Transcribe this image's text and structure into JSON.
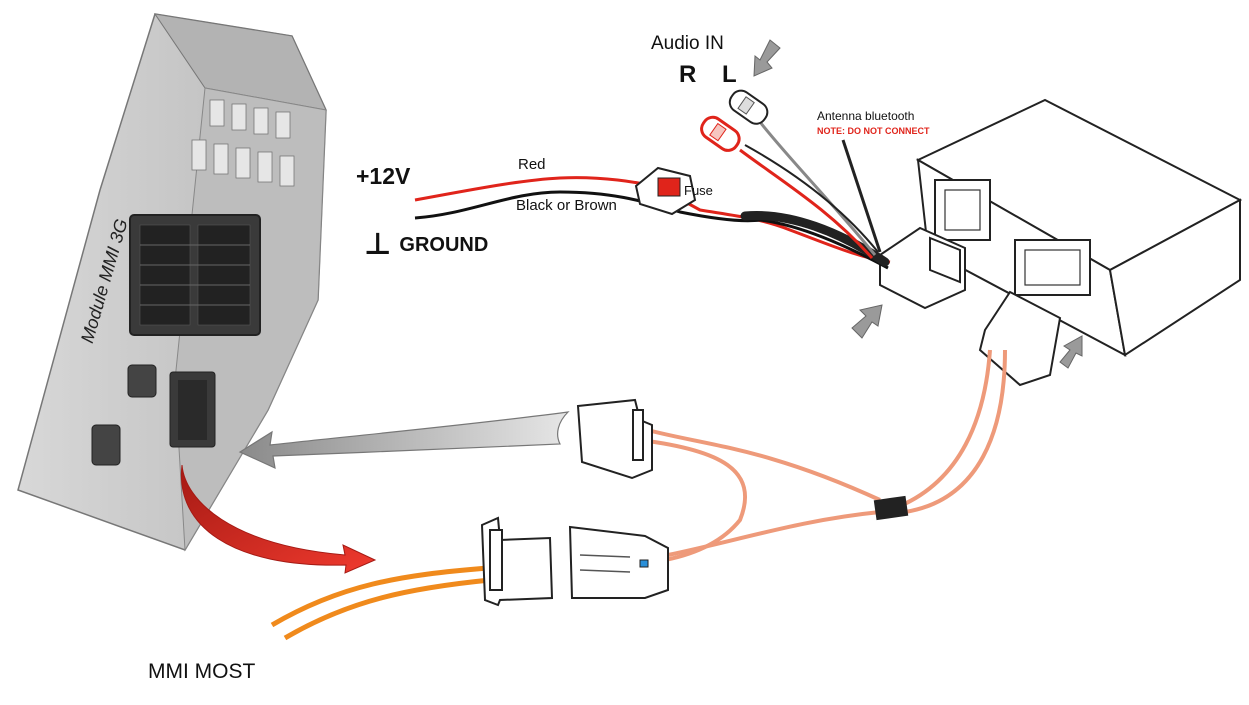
{
  "labels": {
    "audio_in": "Audio IN",
    "right": "R",
    "left": "L",
    "antenna": "Antenna bluetooth",
    "note": "NOTE: DO NOT CONNECT",
    "plus12v": "+12V",
    "red_wire": "Red",
    "black_wire": "Black or Brown",
    "fuse": "Fuse",
    "ground_symbol": "⊥",
    "ground": "GROUND",
    "mmi_most": "MMI MOST",
    "module": "Module MMI 3G"
  },
  "colors": {
    "red_wire": "#e0241b",
    "black_wire": "#111111",
    "cable_fiber": "#ee9a7a",
    "most_cable": "#f08a1c",
    "arrow_gray": "#9a9a9a",
    "arrow_red": "#d9271e",
    "module_body": "#c9c9c9"
  }
}
